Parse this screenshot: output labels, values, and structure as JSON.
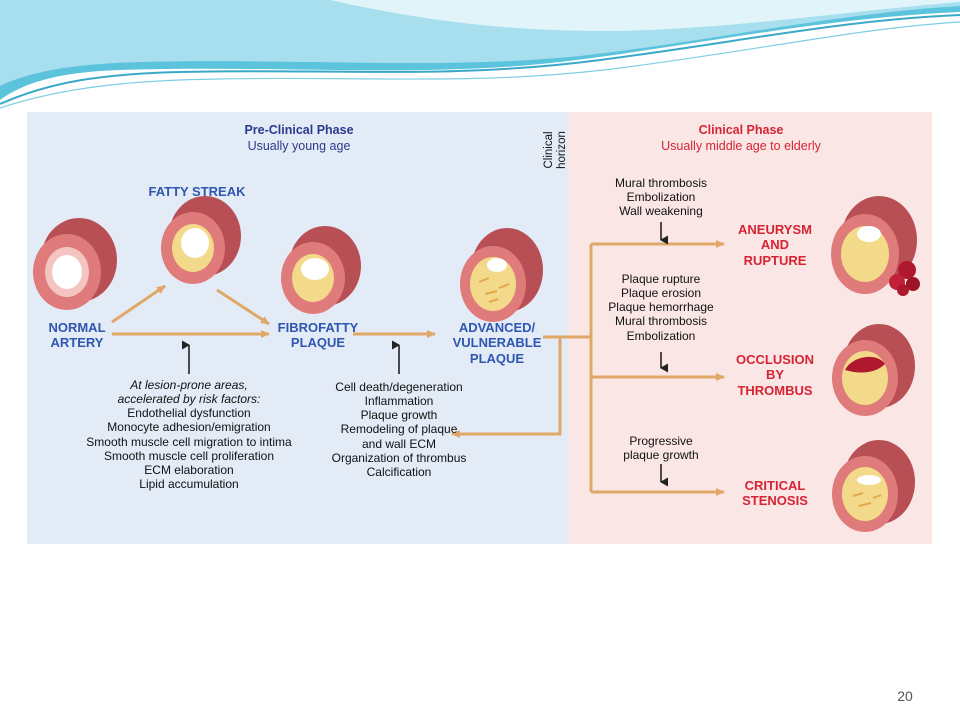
{
  "slide_number": "20",
  "phases": {
    "preclinical": {
      "title": "Pre-Clinical Phase",
      "subtitle": "Usually young age",
      "bg": "#e3ebf7"
    },
    "clinical": {
      "title": "Clinical Phase",
      "subtitle": "Usually middle age to elderly",
      "bg": "#fbe6e6"
    },
    "horizon": {
      "line1": "Clinical",
      "line2": "horizon"
    }
  },
  "stages": {
    "normal": {
      "line1": "NORMAL",
      "line2": "ARTERY"
    },
    "fatty_streak": {
      "label": "FATTY STREAK"
    },
    "fibrofatty": {
      "line1": "FIBROFATTY",
      "line2": "PLAQUE"
    },
    "advanced": {
      "line1": "ADVANCED/",
      "line2": "VULNERABLE",
      "line3": "PLAQUE"
    },
    "aneurysm": {
      "line1": "ANEURYSM",
      "line2": "AND",
      "line3": "RUPTURE"
    },
    "occlusion": {
      "line1": "OCCLUSION",
      "line2": "BY",
      "line3": "THROMBUS"
    },
    "critical": {
      "line1": "CRITICAL",
      "line2": "STENOSIS"
    }
  },
  "risk_factors": {
    "heading1": "At lesion-prone areas,",
    "heading2": "accelerated by risk factors:",
    "items": [
      "Endothelial dysfunction",
      "Monocyte adhesion/emigration",
      "Smooth muscle cell migration to intima",
      "Smooth muscle cell proliferation",
      "ECM elaboration",
      "Lipid accumulation"
    ]
  },
  "progression_factors": {
    "items": [
      "Cell death/degeneration",
      "Inflammation",
      "Plaque growth",
      "Remodeling of plaque",
      "and wall ECM",
      "Organization of thrombus",
      "Calcification"
    ]
  },
  "clinical_events": {
    "aneurysm": [
      "Mural thrombosis",
      "Embolization",
      "Wall weakening"
    ],
    "occlusion": [
      "Plaque rupture",
      "Plaque erosion",
      "Plaque hemorrhage",
      "Mural thrombosis",
      "Embolization"
    ],
    "stenosis": [
      "Progressive",
      "plaque growth"
    ]
  },
  "colors": {
    "arrow": "#e0a868",
    "artery_outer": "#e07b7b",
    "artery_inner": "#f4c4c0",
    "plaque": "#f3d98a",
    "thrombus": "#b0182f",
    "banner": "#5bc3dc"
  }
}
